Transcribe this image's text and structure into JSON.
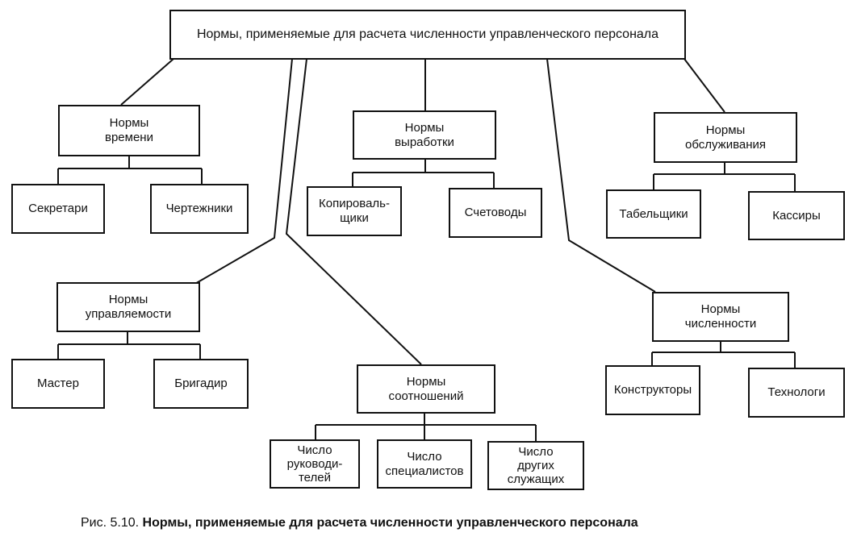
{
  "root": "Нормы, применяемые для расчета численности управленческого персонала",
  "groups": {
    "time": {
      "title": "Нормы\nвремени",
      "children": [
        "Секретари",
        "Чертежники"
      ]
    },
    "output": {
      "title": "Нормы\nвыработки",
      "children": [
        "Копироваль-\nщики",
        "Счетоводы"
      ]
    },
    "service": {
      "title": "Нормы\nобслуживания",
      "children": [
        "Табельщики",
        "Кассиры"
      ]
    },
    "manageability": {
      "title": "Нормы\nуправляемости",
      "children": [
        "Мастер",
        "Бригадир"
      ]
    },
    "ratio": {
      "title": "Нормы\nсоотношений",
      "children": [
        "Число\nруководи-\nтелей",
        "Число\nспециалистов",
        "Число\nдругих\nслужащих"
      ]
    },
    "headcount": {
      "title": "Нормы\nчисленности",
      "children": [
        "Конструкторы",
        "Технологи"
      ]
    }
  },
  "caption": {
    "prefix": "Рис. 5.10.",
    "title": "Нормы, применяемые для расчета численности управленческого персонала"
  }
}
